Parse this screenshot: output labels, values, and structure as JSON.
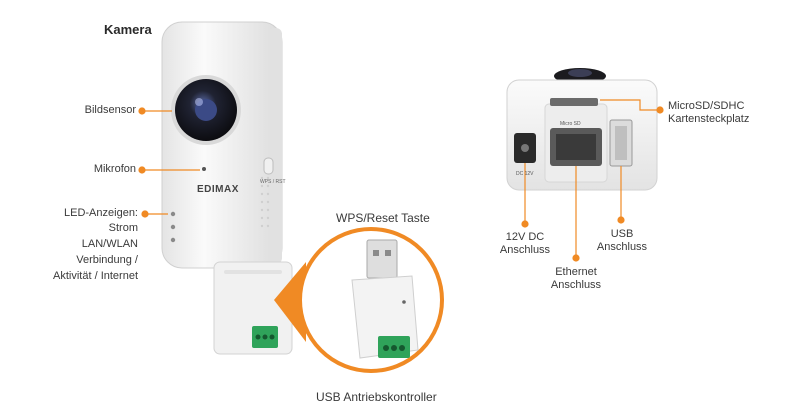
{
  "colors": {
    "accent": "#f08a24",
    "device_white": "#f3f3f3",
    "lens_dark": "#1e1e24",
    "terminal_green": "#2fa35a",
    "port_gray": "#9a9a9a"
  },
  "title": "Kamera",
  "camera_labels": {
    "image_sensor": "Bildsensor",
    "microphone": "Mikrofon",
    "led_title": "LED-Anzeigen:",
    "led_line1": "Strom",
    "led_line2": "LAN/WLAN",
    "led_line3": "Verbindung /",
    "led_line4": "Aktivität / Internet"
  },
  "brand": {
    "logo_text": "EDIMAX",
    "wps_button_text": "WPS / RST"
  },
  "usb_adapter": {
    "wps_reset": "WPS/Reset Taste",
    "driver_controller": "USB Antriebskontroller"
  },
  "rear_panel": {
    "microsd": "MicroSD/SDHC",
    "card_slot": "Kartensteckplatz",
    "dc_line1": "12V DC",
    "dc_line2": "Anschluss",
    "ethernet_line1": "Ethernet",
    "ethernet_line2": "Anschluss",
    "usb_line1": "USB",
    "usb_line2": "Anschluss",
    "port_microsd": "Micro SD",
    "port_dc": "DC 12V"
  }
}
